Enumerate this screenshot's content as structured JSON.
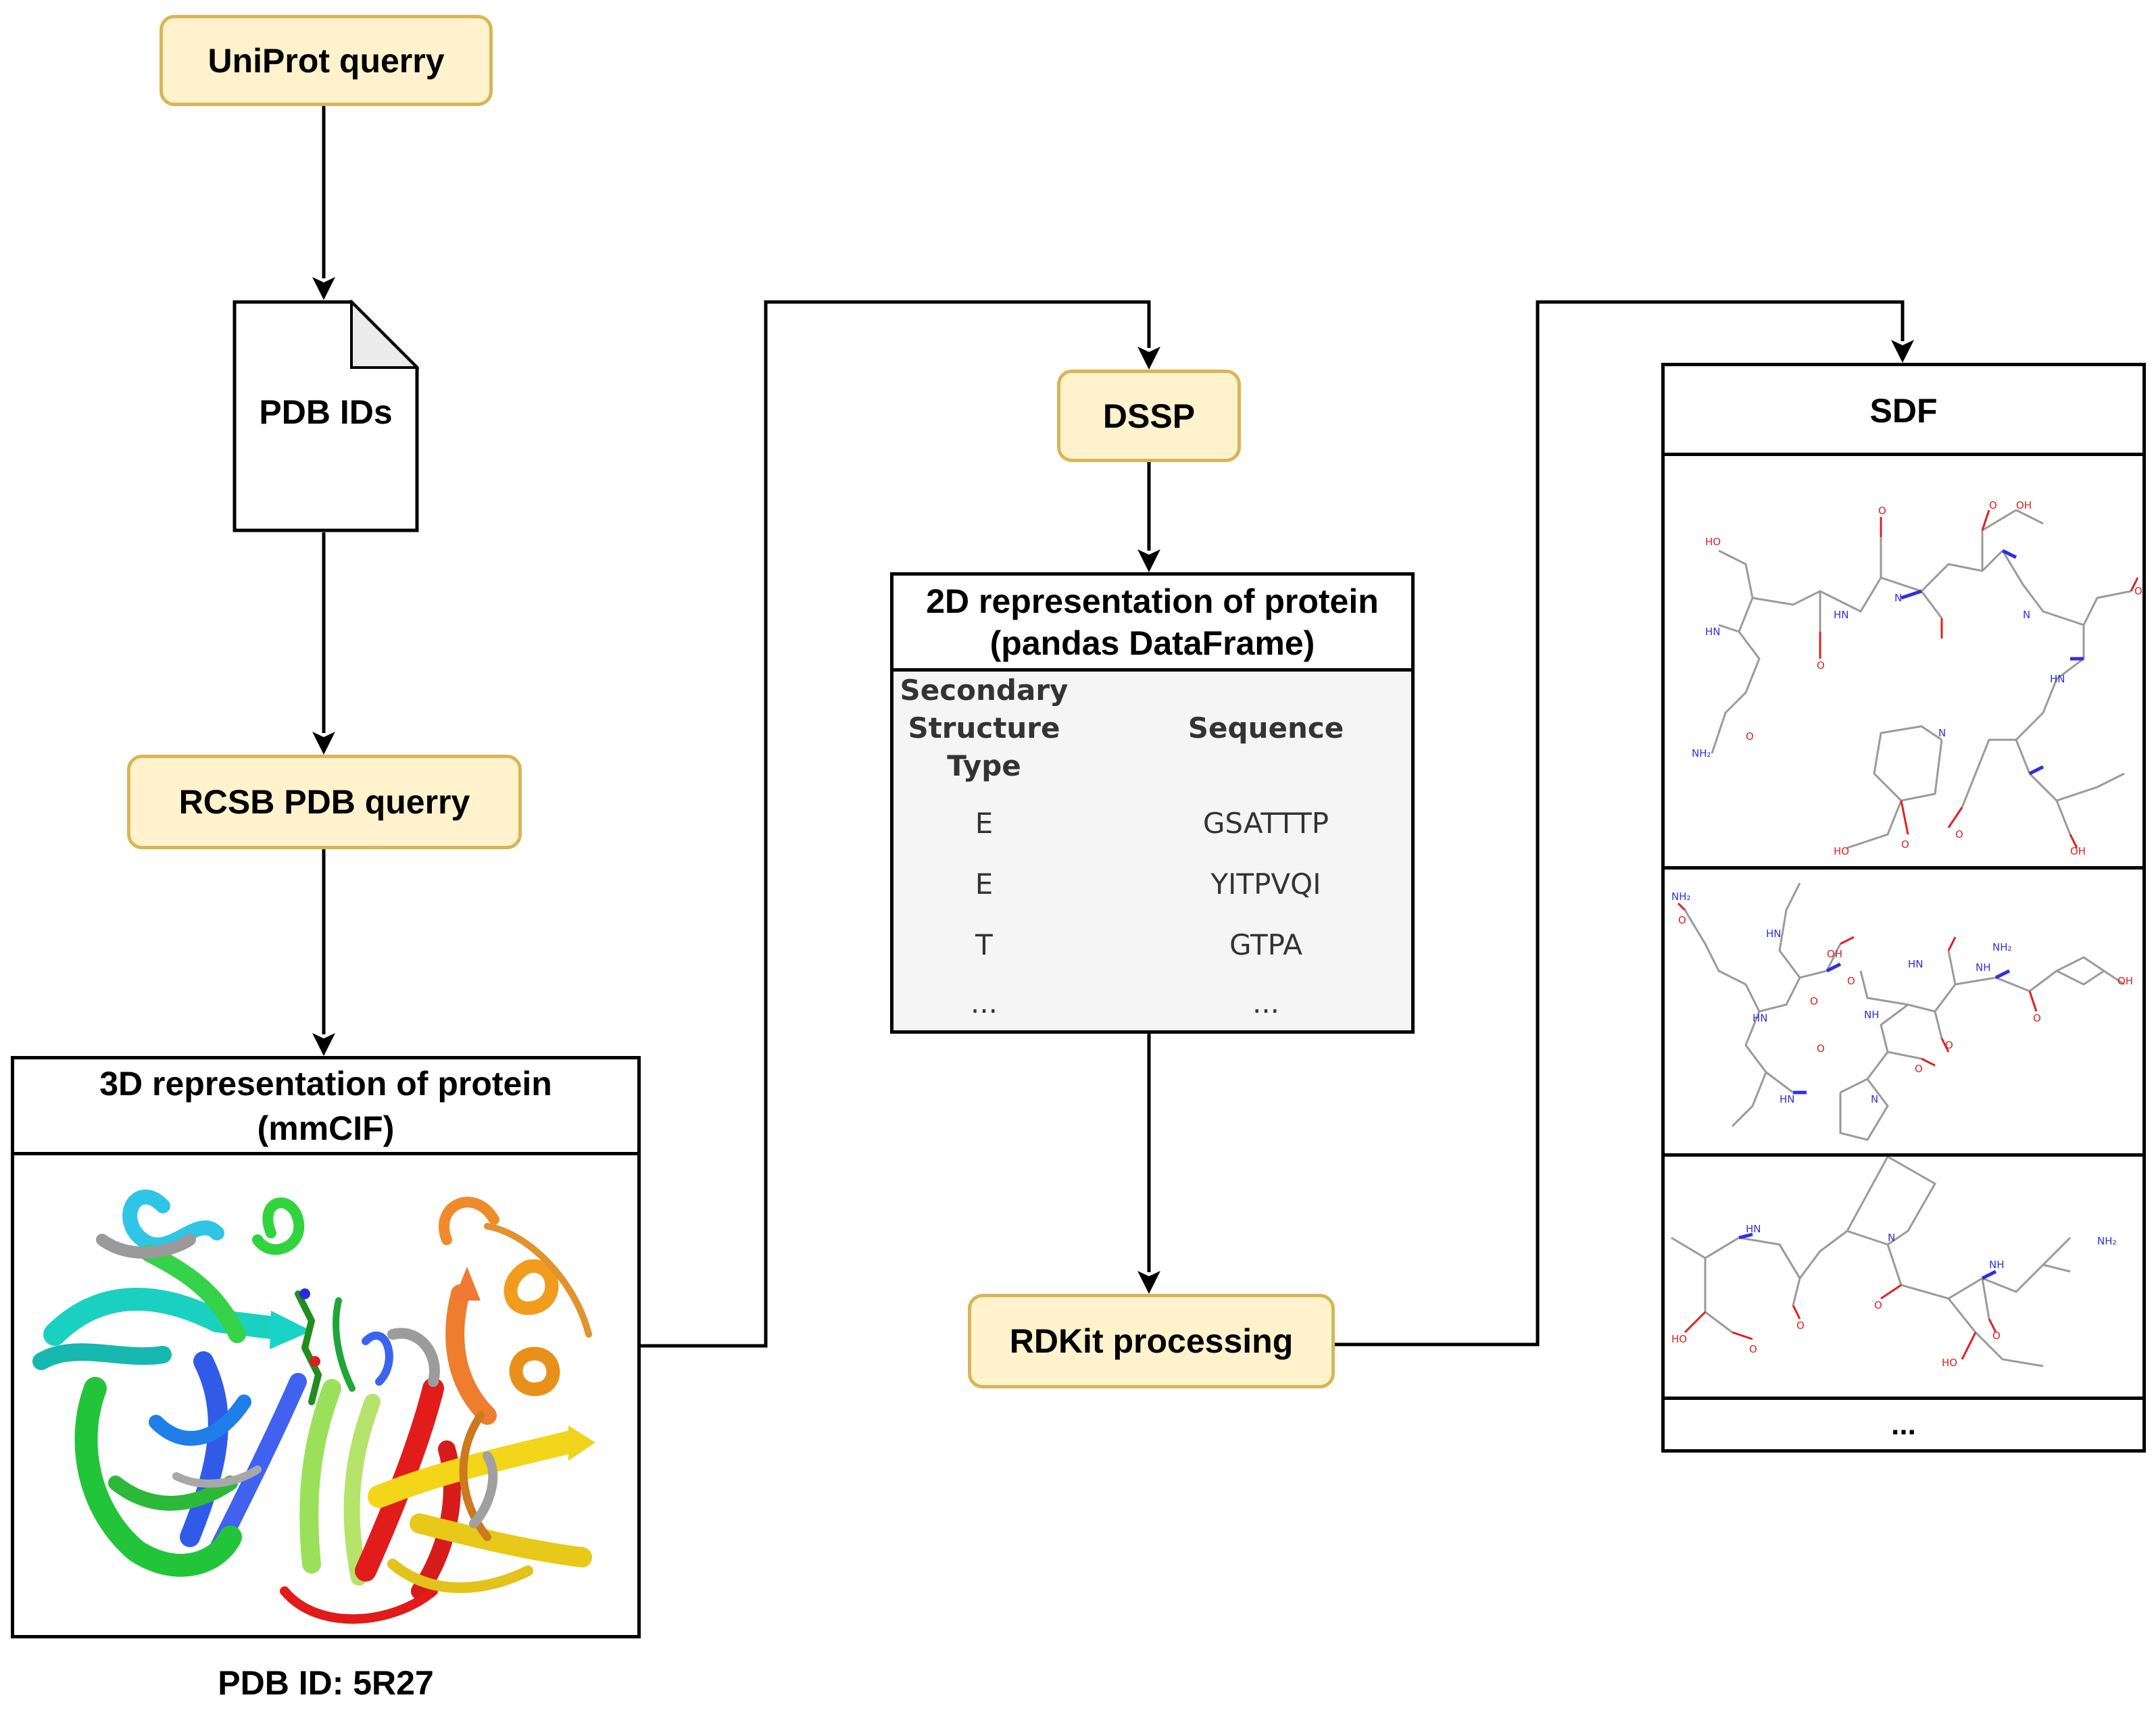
{
  "nodes": {
    "uniprot": "UniProt querry",
    "pdb_ids": "PDB IDs",
    "rcsb": "RCSB PDB querry",
    "dssp": "DSSP",
    "rdkit": "RDKit processing"
  },
  "structure_box": {
    "title_line1": "3D representation of protein",
    "title_line2": "(mmCIF)",
    "caption": "PDB ID: 5R27"
  },
  "table_box": {
    "title_line1": "2D representation of protein",
    "title_line2": "(pandas DataFrame)",
    "columns": [
      "Secondary Structure Type",
      "Sequence"
    ],
    "col1_header_lines": [
      "Secondary",
      "Structure",
      "Type"
    ],
    "rows": [
      [
        "E",
        "GSATTTP"
      ],
      [
        "E",
        "YITPVQI"
      ],
      [
        "T",
        "GTPA"
      ],
      [
        "...",
        "..."
      ]
    ]
  },
  "sdf_box": {
    "title": "SDF",
    "ellipsis": "...",
    "molecule_labels": {
      "mol1": [
        "OH",
        "HO",
        "HN",
        "HN",
        "N",
        "N",
        "HN",
        "O",
        "O",
        "O",
        "O",
        "O",
        "NH₂",
        "HO",
        "O",
        "OH",
        "N",
        "O"
      ],
      "mol2": [
        "NH₂",
        "O",
        "HN",
        "HN",
        "OH",
        "O",
        "NH",
        "O",
        "NH₂",
        "OH",
        "HN",
        "O",
        "HN",
        "O",
        "NH",
        "N",
        "O",
        "O"
      ],
      "mol3": [
        "HN",
        "N",
        "NH",
        "O",
        "HO",
        "O",
        "O",
        "O",
        "HO",
        "NH₂"
      ]
    }
  },
  "colors": {
    "process_fill": "#fff2cc",
    "process_border": "#d6b656",
    "table_fill": "#f5f5f5",
    "doc_fold": "#ebebeb",
    "heteroatom_N": "#3333ff",
    "heteroatom_O": "#ff0000"
  },
  "icons": [
    "document-icon",
    "protein-ribbon-image",
    "molecule-structure-image"
  ]
}
